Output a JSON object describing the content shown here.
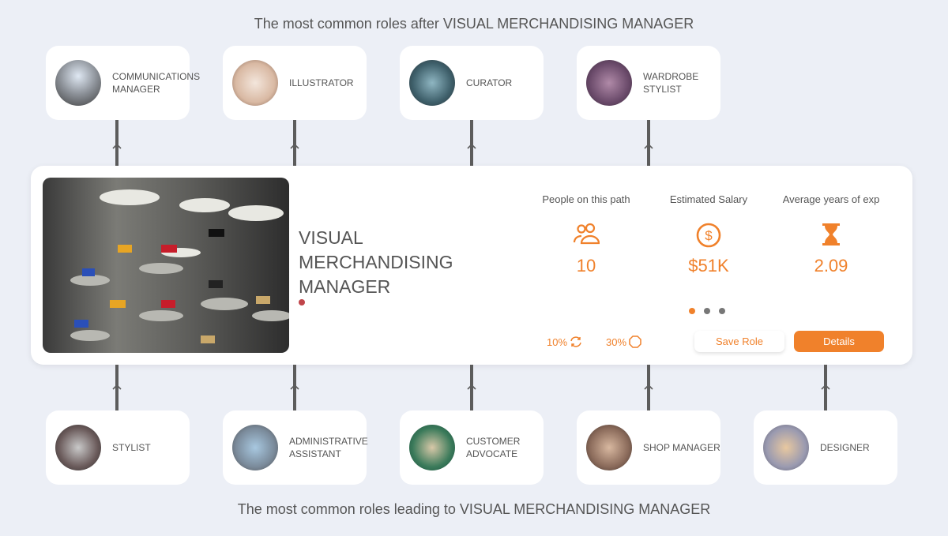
{
  "headings": {
    "top": "The most common roles after VISUAL MERCHANDISING MANAGER",
    "bottom": "The most common roles leading to VISUAL MERCHANDISING MANAGER"
  },
  "next_roles": [
    {
      "label": "COMMUNICATIONS MANAGER"
    },
    {
      "label": "ILLUSTRATOR"
    },
    {
      "label": "CURATOR"
    },
    {
      "label": "WARDROBE STYLIST"
    }
  ],
  "previous_roles": [
    {
      "label": "STYLIST"
    },
    {
      "label": "ADMINISTRATIVE ASSISTANT"
    },
    {
      "label": "CUSTOMER ADVOCATE"
    },
    {
      "label": "SHOP MANAGER"
    },
    {
      "label": "DESIGNER"
    }
  ],
  "current_role": {
    "title": "VISUAL MERCHANDISING MANAGER",
    "stats": [
      {
        "label": "People on this path",
        "icon": "people-icon",
        "value": "10"
      },
      {
        "label": "Estimated Salary",
        "icon": "dollar-icon",
        "value": "$51K"
      },
      {
        "label": "Average years of exp",
        "icon": "hourglass-icon",
        "value": "2.09"
      }
    ],
    "carousel": {
      "count": 3,
      "active": 1
    },
    "pct1": "10%",
    "pct2": "30%",
    "save_label": "Save Role",
    "details_label": "Details"
  },
  "colors": {
    "accent": "#f0812b",
    "background": "#eceff6"
  }
}
